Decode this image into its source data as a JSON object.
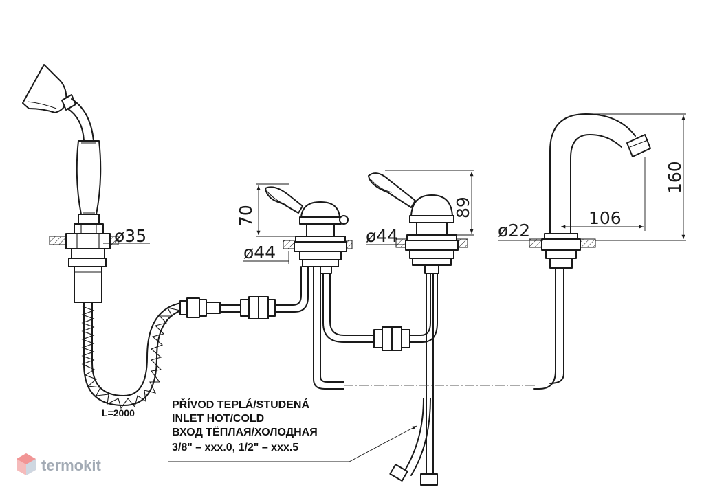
{
  "dimensions": {
    "shower_diameter": "ø35",
    "valve_left_height": "70",
    "valve_left_diameter": "ø44",
    "valve_right_height": "89",
    "valve_right_diameter": "ø44",
    "spout_diameter": "ø22",
    "spout_reach": "106",
    "spout_height": "160"
  },
  "hose_length": "L=2000",
  "inlet_note": {
    "line1": "PŘÍVOD TEPLÁ/STUDENÁ",
    "line2": "INLET HOT/COLD",
    "line3": "ВХОД TËПЛАЯ/ХОЛОДНАЯ",
    "line4": "3/8\" – xxx.0, 1/2\" – xxx.5"
  },
  "watermark": {
    "text": "termokit",
    "color": "#9aa3ad",
    "accent": "#f08a8a"
  }
}
